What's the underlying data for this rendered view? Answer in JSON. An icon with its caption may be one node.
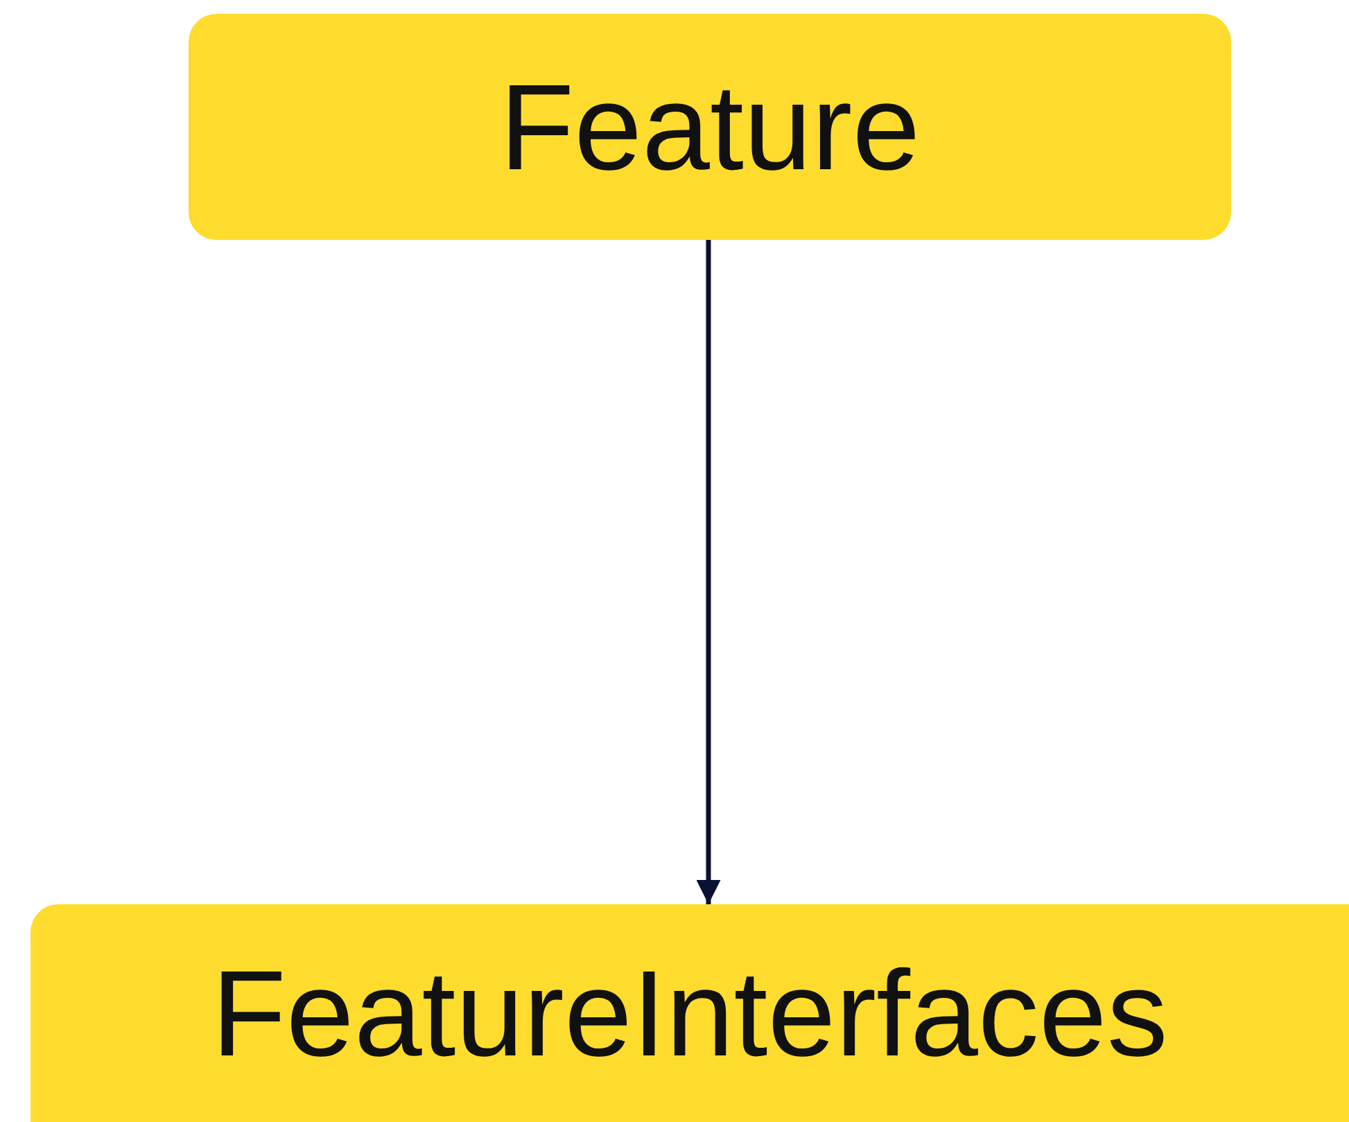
{
  "diagram": {
    "nodes": [
      {
        "text": [
          "Feature"
        ]
      },
      {
        "text": [
          "FeatureInterfaces"
        ]
      }
    ],
    "edges": [
      {
        "from": 0,
        "to": 1,
        "arrow": "to"
      }
    ]
  }
}
